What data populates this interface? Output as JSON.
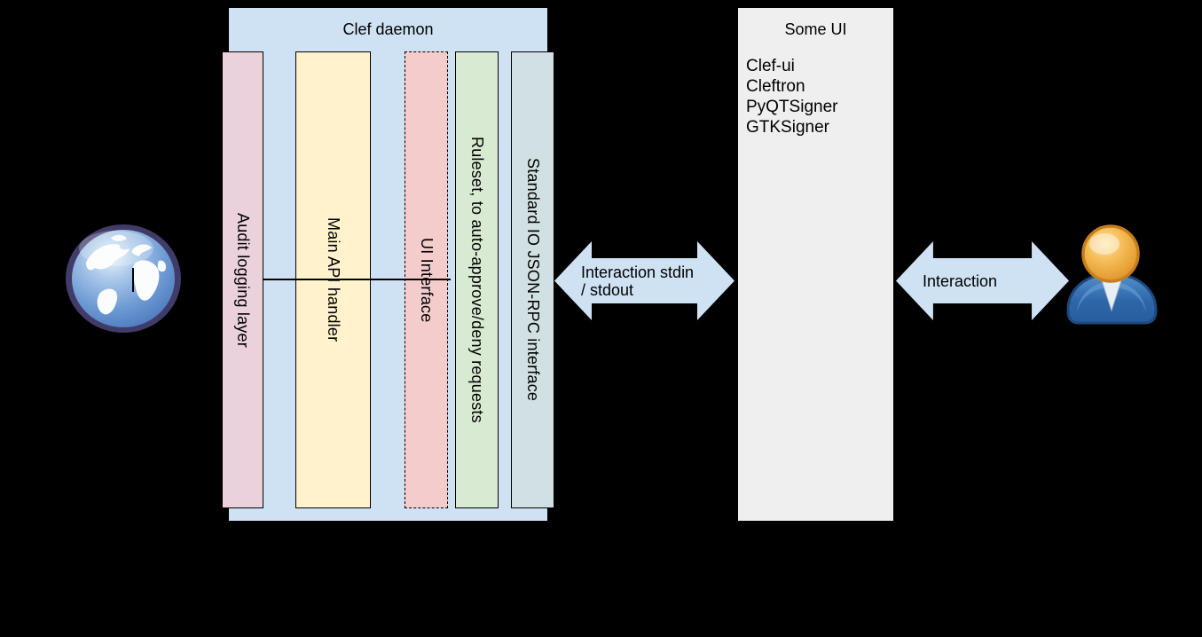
{
  "canvas": {
    "background": "#000000"
  },
  "clef_daemon": {
    "title": "Clef daemon",
    "fill": "#cfe2f3",
    "layers": [
      {
        "label": "Audit logging layer",
        "fill": "#ead1dc",
        "border_style": "solid"
      },
      {
        "label": "Main API handler",
        "fill": "#fff2cc",
        "border_style": "solid"
      },
      {
        "label": "UI Interface",
        "fill": "#f4cccc",
        "border_style": "dashed"
      },
      {
        "label": "Ruleset, to auto-approve/deny requests",
        "fill": "#d9ead3",
        "border_style": "solid"
      },
      {
        "label": "Standard IO JSON-RPC interface",
        "fill": "#d0e0e3",
        "border_style": "solid"
      }
    ]
  },
  "left_arrow": {
    "label_line1": "Interaction stdin",
    "label_line2": "/ stdout",
    "fill": "#cfe2f3"
  },
  "right_arrow": {
    "label": "Interaction",
    "fill": "#cfe2f3"
  },
  "some_ui": {
    "title": "Some UI",
    "fill": "#efefef",
    "items": [
      "Clef-ui",
      "Cleftron",
      "PyQTSigner",
      "GTKSigner"
    ]
  },
  "icons": {
    "globe": "globe-icon",
    "user": "user-icon"
  }
}
